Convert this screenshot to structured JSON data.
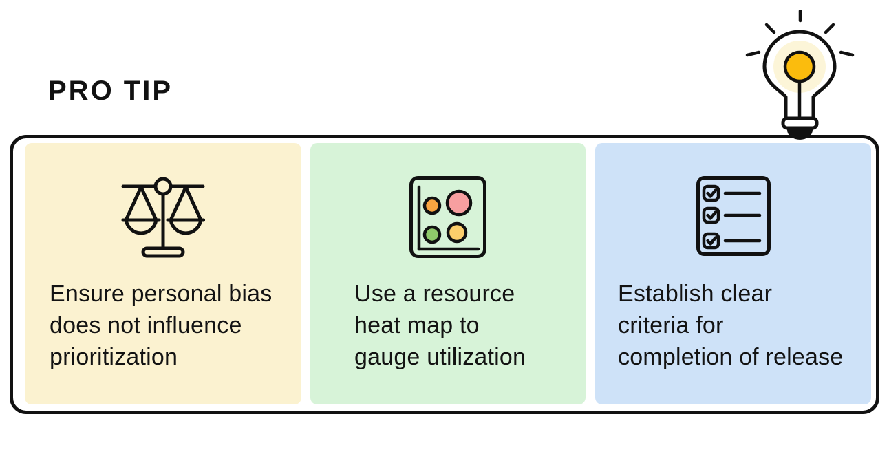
{
  "header": {
    "title": "PRO TIP"
  },
  "cards": [
    {
      "icon": "balance-scale",
      "bg": "#FBF2D0",
      "text": "Ensure personal bias\ndoes not influence\nprioritization"
    },
    {
      "icon": "bubble-chart",
      "bg": "#D7F3D8",
      "text": "Use a resource\nheat map to\ngauge utilization"
    },
    {
      "icon": "checklist",
      "bg": "#CEE2F8",
      "text": "Establish clear\ncriteria for\ncompletion of release"
    }
  ],
  "colors": {
    "ink": "#111111",
    "card-yellow": "#FBF2D0",
    "card-green": "#D7F3D8",
    "card-blue": "#CEE2F8",
    "bulb-glow": "#FCF5D8",
    "bulb-core": "#FBBC0D",
    "bubble-orange": "#F9A441",
    "bubble-pink": "#F79FA0",
    "bubble-green": "#8FC96A",
    "bubble-yellow": "#FBCE6B"
  }
}
